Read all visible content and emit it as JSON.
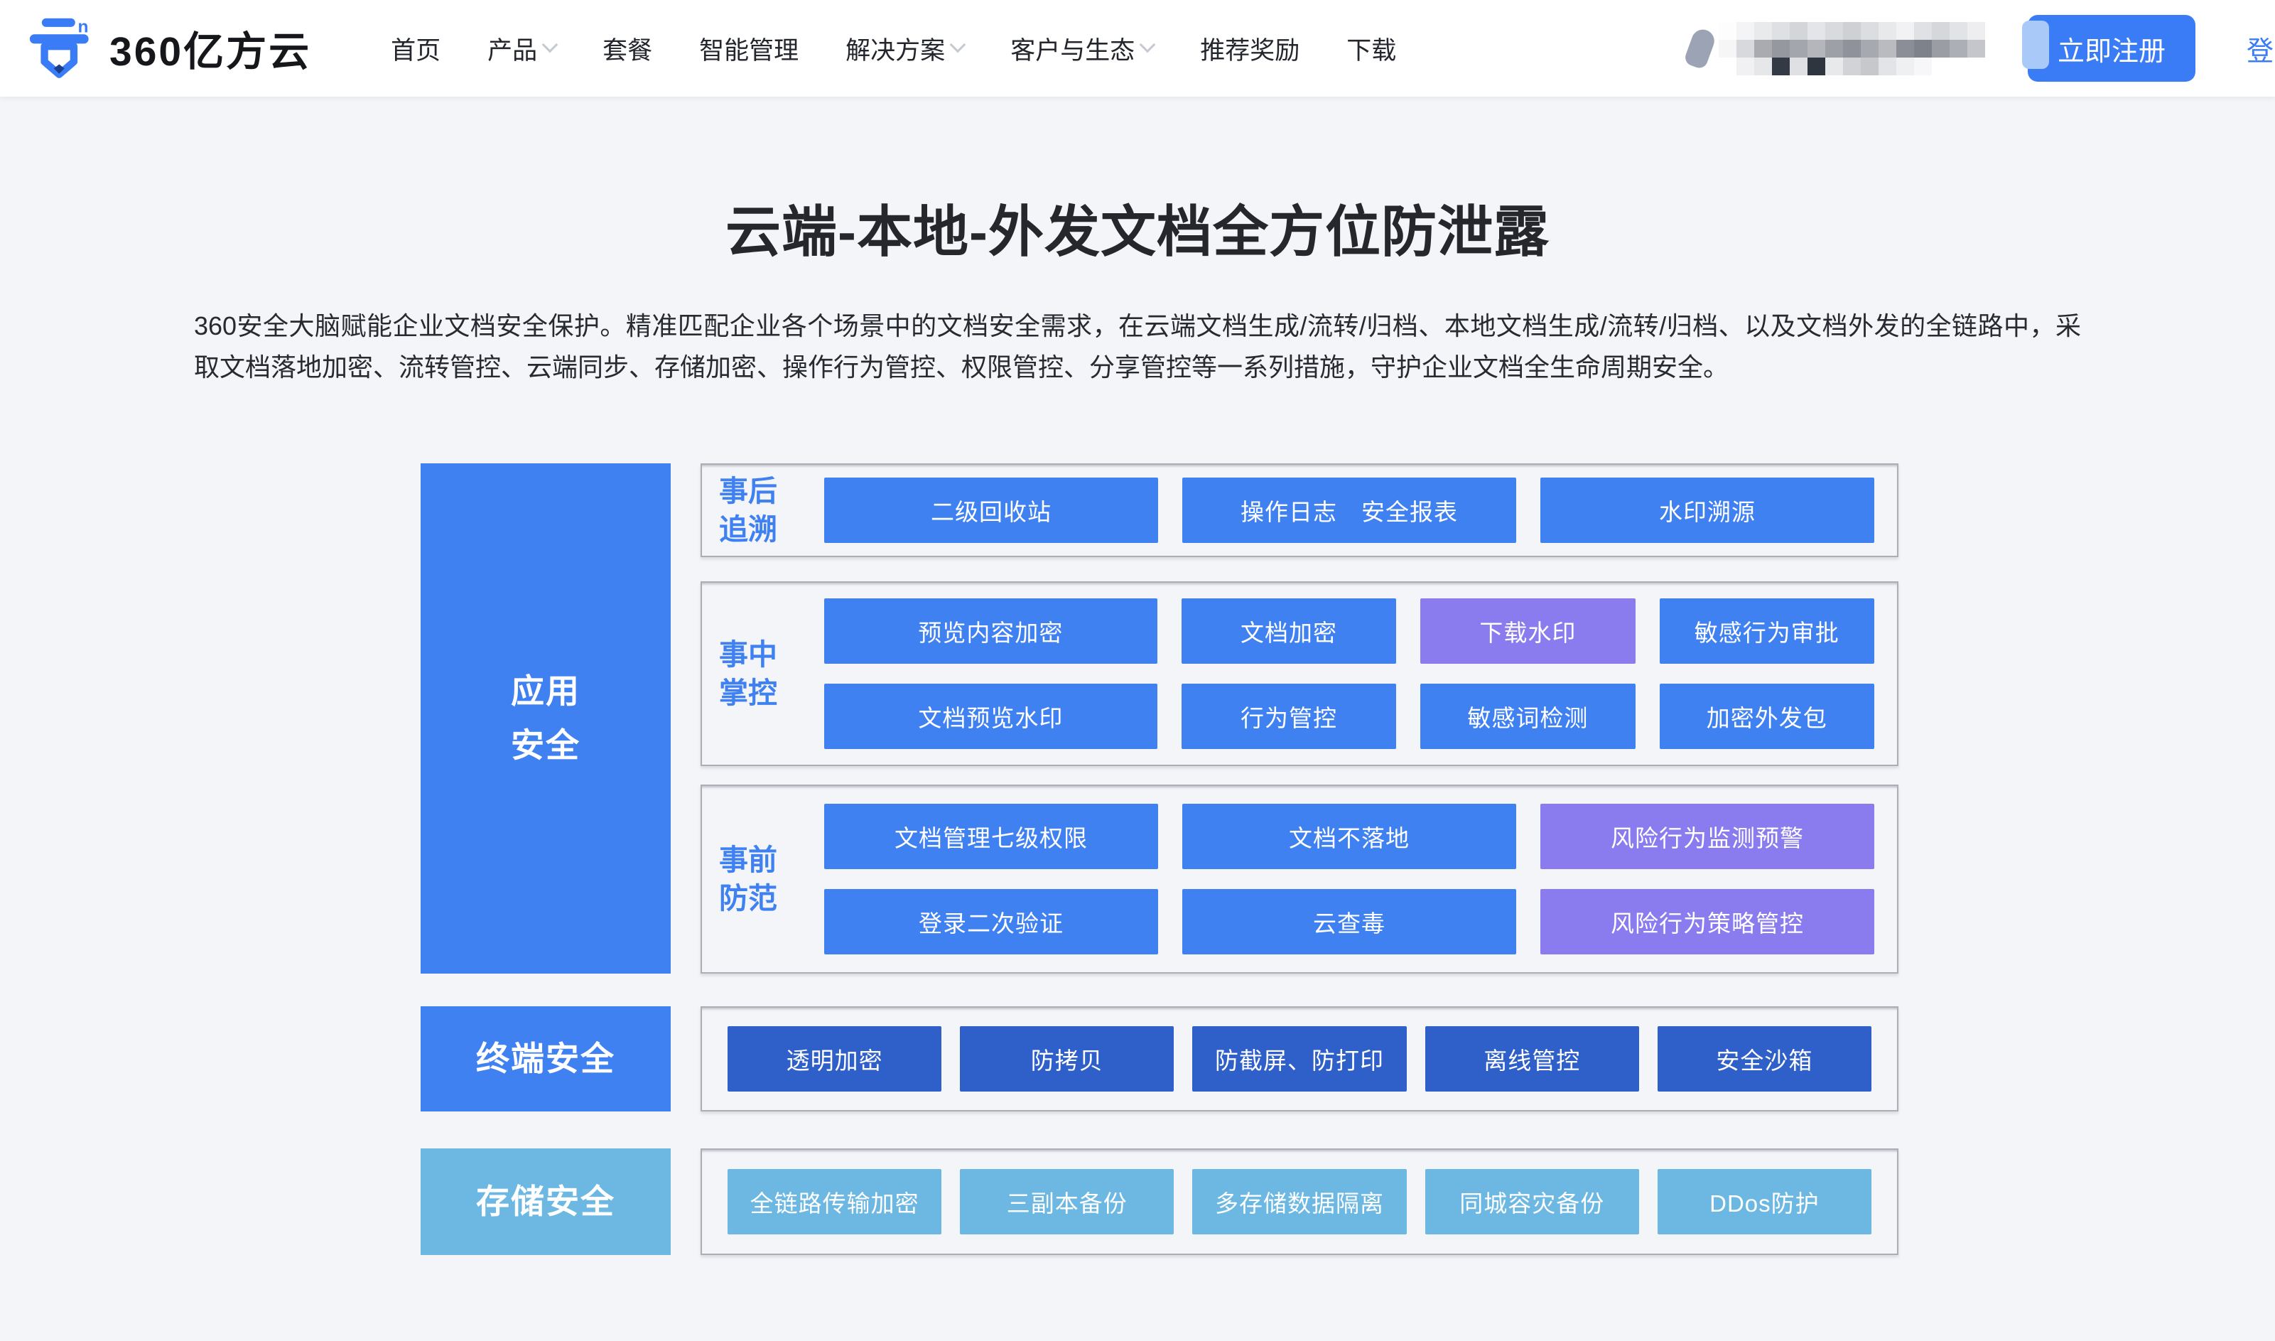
{
  "brand": {
    "name": "360亿方云"
  },
  "nav": {
    "items": [
      {
        "label": "首页",
        "has_dropdown": false
      },
      {
        "label": "产品",
        "has_dropdown": true
      },
      {
        "label": "套餐",
        "has_dropdown": false
      },
      {
        "label": "智能管理",
        "has_dropdown": false
      },
      {
        "label": "解决方案",
        "has_dropdown": true
      },
      {
        "label": "客户与生态",
        "has_dropdown": true
      },
      {
        "label": "推荐奖励",
        "has_dropdown": false
      },
      {
        "label": "下载",
        "has_dropdown": false
      }
    ],
    "register_label": "立即注册",
    "login_label": "登录"
  },
  "hero": {
    "title": "云端-本地-外发文档全方位防泄露",
    "description": "360安全大脑赋能企业文档安全保护。精准匹配企业各个场景中的文档安全需求，在云端文档生成/流转/归档、本地文档生成/流转/归档、以及文档外发的全链路中，采取文档落地加密、流转管控、云端同步、存储加密、操作行为管控、权限管控、分享管控等一系列措施，守护企业文档全生命周期安全。"
  },
  "diagram": {
    "side_boxes": [
      {
        "id": "app",
        "label_lines": [
          "应用",
          "安全"
        ],
        "variant": "blue"
      },
      {
        "id": "terminal",
        "label_lines": [
          "终端安全"
        ],
        "variant": "blue"
      },
      {
        "id": "storage",
        "label_lines": [
          "存储安全"
        ],
        "variant": "lightblue"
      }
    ],
    "groups": [
      {
        "id": "after",
        "label_lines": [
          "事后",
          "追溯"
        ],
        "rows": [
          [
            {
              "text": "二级回收站",
              "variant": "blue"
            },
            {
              "text": "操作日志　安全报表",
              "variant": "blue"
            },
            {
              "text": "水印溯源",
              "variant": "blue"
            }
          ]
        ]
      },
      {
        "id": "during",
        "label_lines": [
          "事中",
          "掌控"
        ],
        "rows": [
          [
            {
              "text": "预览内容加密",
              "variant": "blue",
              "wide": true
            },
            {
              "text": "文档加密",
              "variant": "blue"
            },
            {
              "text": "下载水印",
              "variant": "purple"
            },
            {
              "text": "敏感行为审批",
              "variant": "blue"
            }
          ],
          [
            {
              "text": "文档预览水印",
              "variant": "blue",
              "wide": true
            },
            {
              "text": "行为管控",
              "variant": "blue"
            },
            {
              "text": "敏感词检测",
              "variant": "blue"
            },
            {
              "text": "加密外发包",
              "variant": "blue"
            }
          ]
        ]
      },
      {
        "id": "before",
        "label_lines": [
          "事前",
          "防范"
        ],
        "rows": [
          [
            {
              "text": "文档管理七级权限",
              "variant": "blue"
            },
            {
              "text": "文档不落地",
              "variant": "blue"
            },
            {
              "text": "风险行为监测预警",
              "variant": "purple"
            }
          ],
          [
            {
              "text": "登录二次验证",
              "variant": "blue"
            },
            {
              "text": "云查毒",
              "variant": "blue"
            },
            {
              "text": "风险行为策略管控",
              "variant": "purple"
            }
          ]
        ]
      },
      {
        "id": "terminal",
        "label_lines": [],
        "rows": [
          [
            {
              "text": "透明加密",
              "variant": "dark"
            },
            {
              "text": "防拷贝",
              "variant": "dark"
            },
            {
              "text": "防截屏、防打印",
              "variant": "dark"
            },
            {
              "text": "离线管控",
              "variant": "dark"
            },
            {
              "text": "安全沙箱",
              "variant": "dark"
            }
          ]
        ]
      },
      {
        "id": "storage",
        "label_lines": [],
        "rows": [
          [
            {
              "text": "全链路传输加密",
              "variant": "lightblue"
            },
            {
              "text": "三副本备份",
              "variant": "lightblue"
            },
            {
              "text": "多存储数据隔离",
              "variant": "lightblue"
            },
            {
              "text": "同城容灾备份",
              "variant": "lightblue"
            },
            {
              "text": "DDos防护",
              "variant": "lightblue"
            }
          ]
        ]
      }
    ]
  },
  "colors": {
    "primary": "#4081F2",
    "purple": "#8A7CEE",
    "dark_blue": "#2F5FC8",
    "light_blue": "#6CB8E3",
    "accent": "#3A7CF6",
    "bg_page": "#F3F5F9",
    "border_gray": "#ABAEB4",
    "text_dark": "#25272D"
  }
}
